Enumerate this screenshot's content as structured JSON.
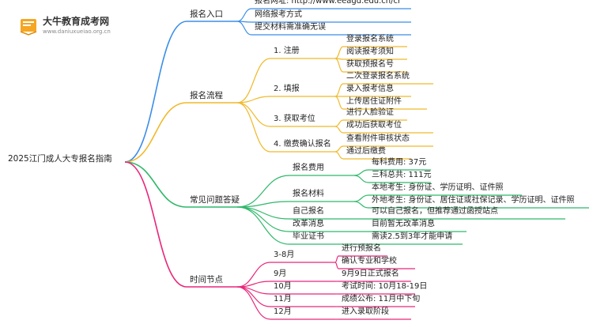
{
  "logo": {
    "title": "大牛教育成考网",
    "subtitle": "www.daniuxueiao.org.cn"
  },
  "root": "2025江门成人大专报名指南",
  "colors": {
    "blue": "#3b8ee8",
    "orange": "#f0b92a",
    "green": "#2fb86a",
    "magenta": "#e8277a"
  },
  "branches": [
    {
      "label": "报名入口",
      "color": "blue",
      "children": [
        {
          "label": "报名网址: http://www.eeagd.edu.cn/cr"
        },
        {
          "label": "网络报考方式"
        },
        {
          "label": "提交材料需准确无误"
        }
      ]
    },
    {
      "label": "报名流程",
      "color": "orange",
      "children": [
        {
          "label": "1. 注册",
          "children": [
            "登录报名系统",
            "阅读报考须知",
            "获取预报名号"
          ]
        },
        {
          "label": "2. 填报",
          "children": [
            "二次登录报名系统",
            "录入报考信息",
            "上传居住证附件"
          ]
        },
        {
          "label": "3. 获取考位",
          "children": [
            "进行人脸验证",
            "成功后获取考位"
          ]
        },
        {
          "label": "4. 缴费确认报名",
          "children": [
            "查看附件审核状态",
            "通过后缴费"
          ]
        }
      ]
    },
    {
      "label": "常见问题答疑",
      "color": "green",
      "children": [
        {
          "label": "报名费用",
          "children": [
            "每科费用: 37元",
            "三科总共: 111元"
          ]
        },
        {
          "label": "报名材料",
          "children": [
            "本地考生: 身份证、学历证明、证件照",
            "外地考生: 身份证、居住证或社保记录、学历证明、证件照"
          ]
        },
        {
          "label": "自己报名",
          "children": [
            "可以自己报名，但推荐通过函授站点"
          ]
        },
        {
          "label": "改革消息",
          "children": [
            "目前暂无改革消息"
          ]
        },
        {
          "label": "毕业证书",
          "children": [
            "需读2.5到3年才能申请"
          ]
        }
      ]
    },
    {
      "label": "时间节点",
      "color": "magenta",
      "children": [
        {
          "label": "3-8月",
          "children": [
            "进行预报名",
            "确认专业和学校"
          ]
        },
        {
          "label": "9月",
          "children": [
            "9月9日正式报名"
          ]
        },
        {
          "label": "10月",
          "children": [
            "考试时间: 10月18-19日"
          ]
        },
        {
          "label": "11月",
          "children": [
            "成绩公布: 11月中下旬"
          ]
        },
        {
          "label": "12月",
          "children": [
            "进入录取阶段"
          ]
        }
      ]
    }
  ]
}
